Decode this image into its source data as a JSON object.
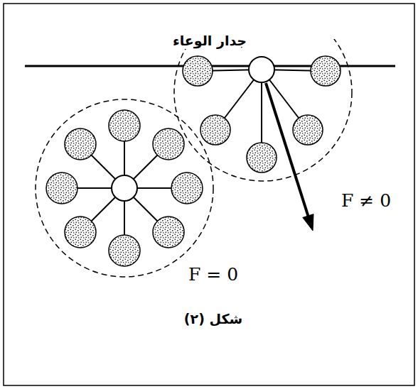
{
  "diagram": {
    "caption": "شكل (٢)",
    "labels": [
      "جدار الوعاء",
      "F ≠ 0",
      "F = 0"
    ]
  }
}
